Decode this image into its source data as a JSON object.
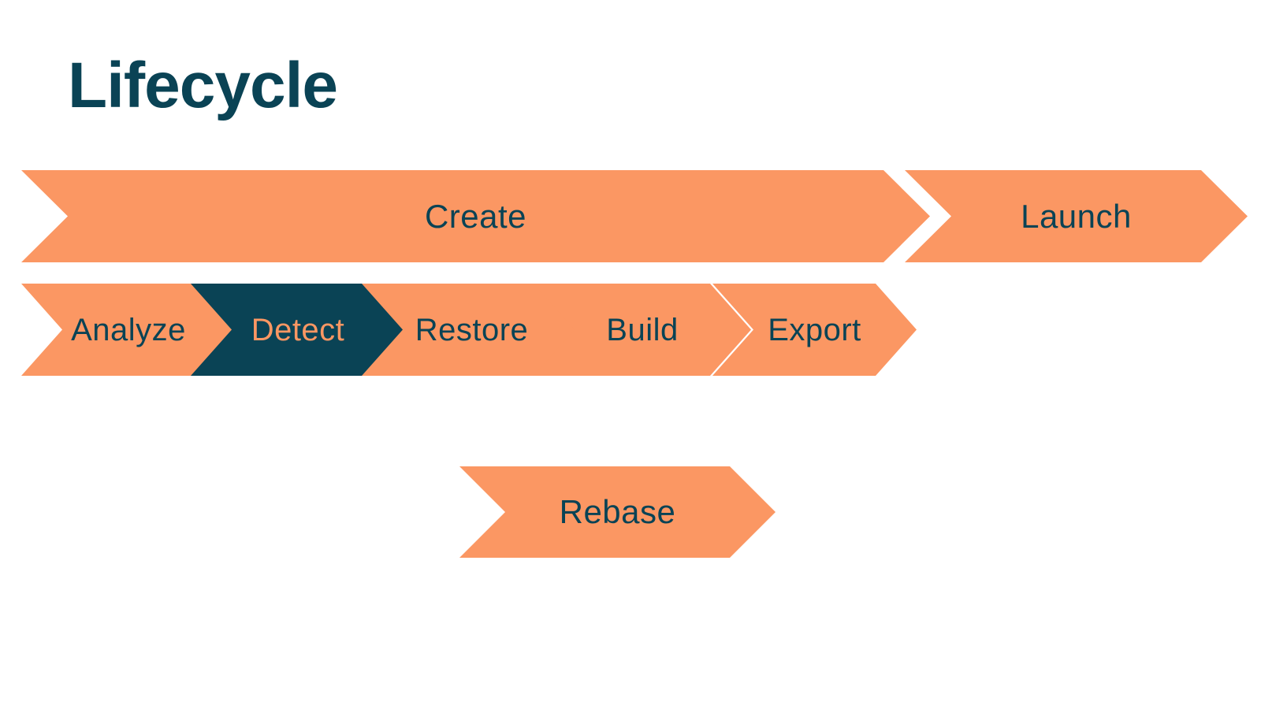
{
  "title": "Lifecycle",
  "colors": {
    "background": "#FFFFFF",
    "orange": "#FB9763",
    "dark_teal": "#0A4355",
    "title_color": "#0A4355"
  },
  "diagram": {
    "type": "chevron-process-flow",
    "rows": [
      {
        "name": "top-level-phases",
        "stages": [
          {
            "label": "Create",
            "state": "default",
            "fill": "orange",
            "text_color": "dark_teal"
          },
          {
            "label": "Launch",
            "state": "default",
            "fill": "orange",
            "text_color": "dark_teal"
          }
        ]
      },
      {
        "name": "create-sub-phases",
        "stages": [
          {
            "label": "Analyze",
            "state": "default",
            "fill": "orange",
            "text_color": "dark_teal"
          },
          {
            "label": "Detect",
            "state": "highlighted",
            "fill": "dark_teal",
            "text_color": "orange"
          },
          {
            "label": "Restore",
            "state": "default",
            "fill": "orange",
            "text_color": "dark_teal"
          },
          {
            "label": "Build",
            "state": "default",
            "fill": "orange",
            "text_color": "dark_teal"
          },
          {
            "label": "Export",
            "state": "default",
            "fill": "orange",
            "text_color": "dark_teal"
          }
        ]
      },
      {
        "name": "rebase-phase",
        "stages": [
          {
            "label": "Rebase",
            "state": "default",
            "fill": "orange",
            "text_color": "dark_teal"
          }
        ]
      }
    ]
  }
}
